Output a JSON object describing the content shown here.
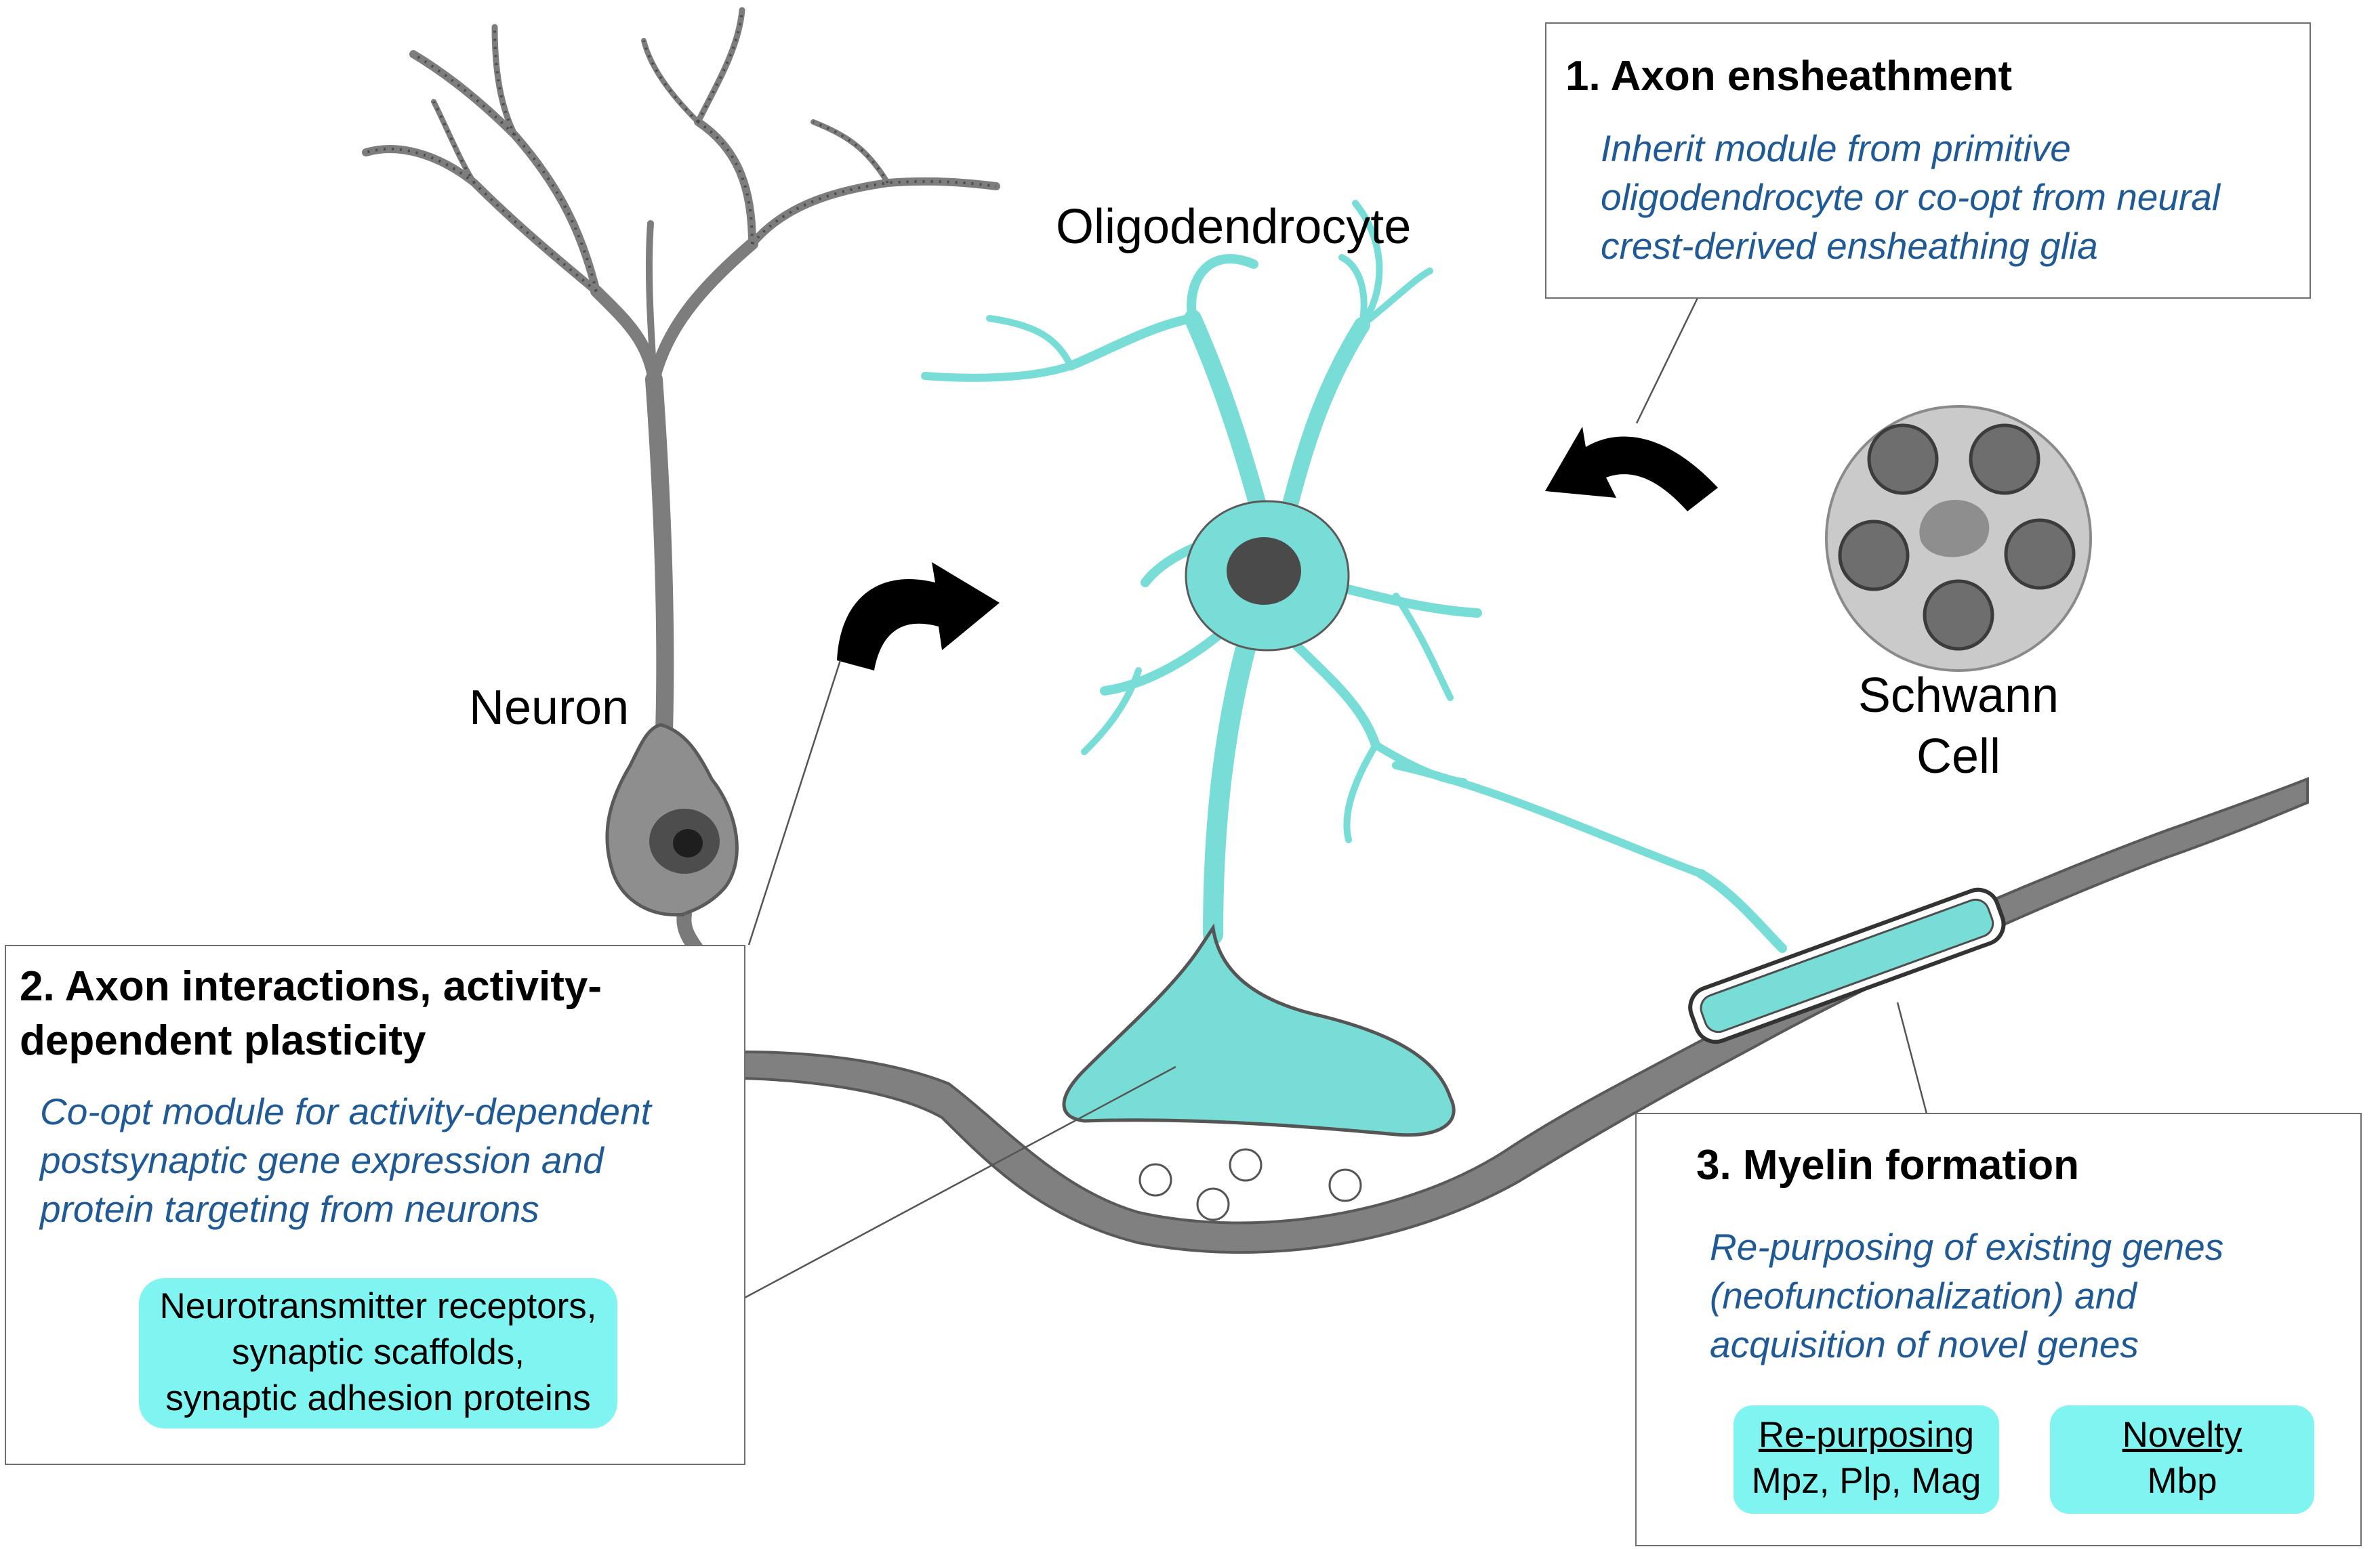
{
  "colors": {
    "glia_cyan": "#79ddd7",
    "neuron_gray": "#8e8e8e",
    "axon_gray": "#808080",
    "box_label_fill": "#80f4f1",
    "description_blue": "#1f5a96",
    "arrow_black": "#000000"
  },
  "labels": {
    "oligodendrocyte": "Oligodendrocyte",
    "neuron": "Neuron",
    "schwann_line1": "Schwann",
    "schwann_line2": "Cell"
  },
  "box1": {
    "title": "1. Axon ensheathment",
    "description_lines": [
      "Inherit module from primitive",
      "oligodendrocyte or co-opt from neural",
      "crest-derived ensheathing glia"
    ]
  },
  "box2": {
    "title_lines": [
      "2. Axon interactions, activity-",
      "dependent plasticity"
    ],
    "description_lines": [
      "Co-opt module for activity-dependent",
      "postsynaptic gene expression and",
      "protein targeting from neurons"
    ],
    "pill_lines": [
      "Neurotransmitter receptors,",
      "synaptic scaffolds,",
      "synaptic adhesion proteins"
    ]
  },
  "box3": {
    "title": "3. Myelin formation",
    "description_lines": [
      "Re-purposing of existing genes",
      "(neofunctionalization) and",
      "acquisition of novel genes"
    ],
    "repurposing": {
      "heading": "Re-purposing",
      "genes": "Mpz, Plp, Mag"
    },
    "novelty": {
      "heading": "Novelty",
      "genes": "Mbp"
    }
  }
}
